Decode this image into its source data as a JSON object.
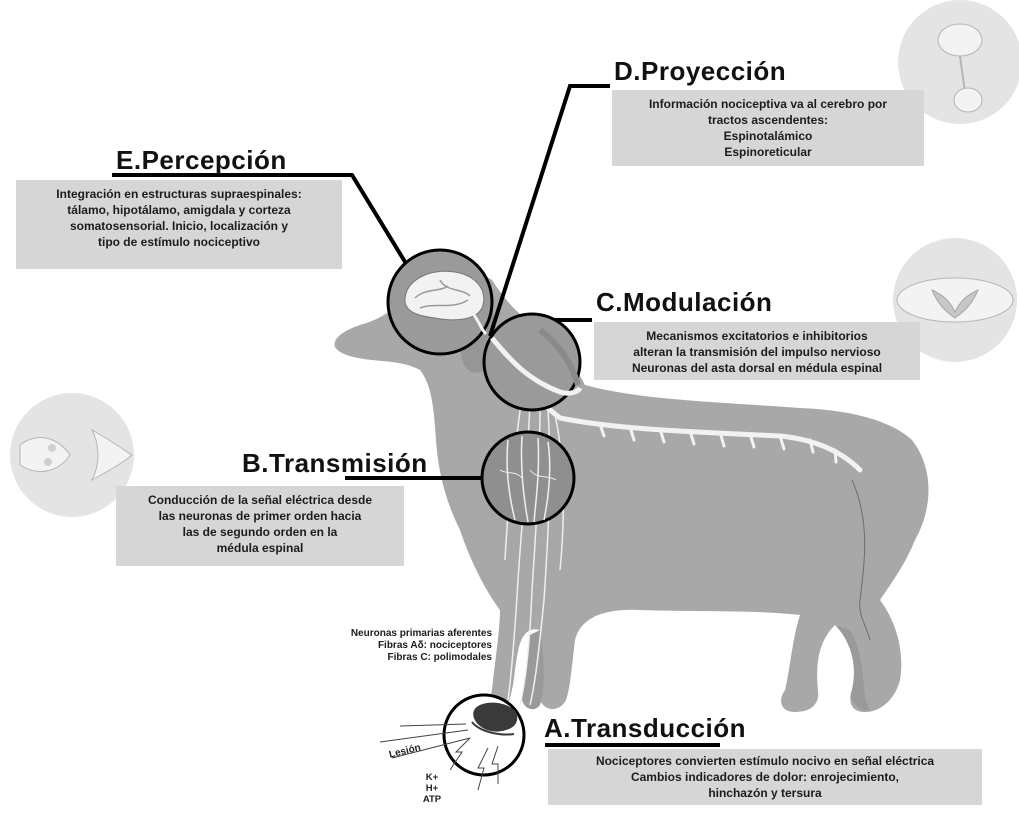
{
  "stages": {
    "a": {
      "heading": "A.Transducción",
      "lines": [
        "Nociceptores convierten estímulo nocivo en señal eléctrica",
        "Cambios indicadores de dolor: enrojecimiento,",
        "hinchazón y tersura"
      ]
    },
    "b": {
      "heading": "B.Transmisión",
      "lines": [
        "Conducción de la señal eléctrica desde",
        "las neuronas de primer orden hacia",
        "las de segundo orden en la",
        "médula espinal"
      ]
    },
    "c": {
      "heading": "C.Modulación",
      "lines": [
        "Mecanismos excitatorios e inhibitorios",
        "alteran la transmisión del impulso nervioso",
        "Neuronas del asta dorsal en médula espinal"
      ]
    },
    "d": {
      "heading": "D.Proyección",
      "lines": [
        "Información nociceptiva va al cerebro por",
        "tractos ascendentes:",
        "Espinotalámico",
        "Espinoreticular"
      ]
    },
    "e": {
      "heading": "E.Percepción",
      "lines": [
        "Integración en estructuras supraespinales:",
        "tálamo, hipotálamo, amigdala y corteza",
        "somatosensorial. Inicio, localización y",
        "tipo de estímulo nociceptivo"
      ]
    }
  },
  "neurons_note": [
    "Neuronas primarias aferentes",
    "Fibras Aδ: nociceptores",
    "Fibras C: polimodales"
  ],
  "injury_label": "Lesión",
  "mediators": [
    "K+",
    "H+",
    "ATP"
  ],
  "colors": {
    "dog": "#a8a8a8",
    "dog_shadow": "#8f8f8f",
    "box": "#d6d6d6",
    "nerve": "#f2f2f2",
    "leader": "#000000"
  }
}
